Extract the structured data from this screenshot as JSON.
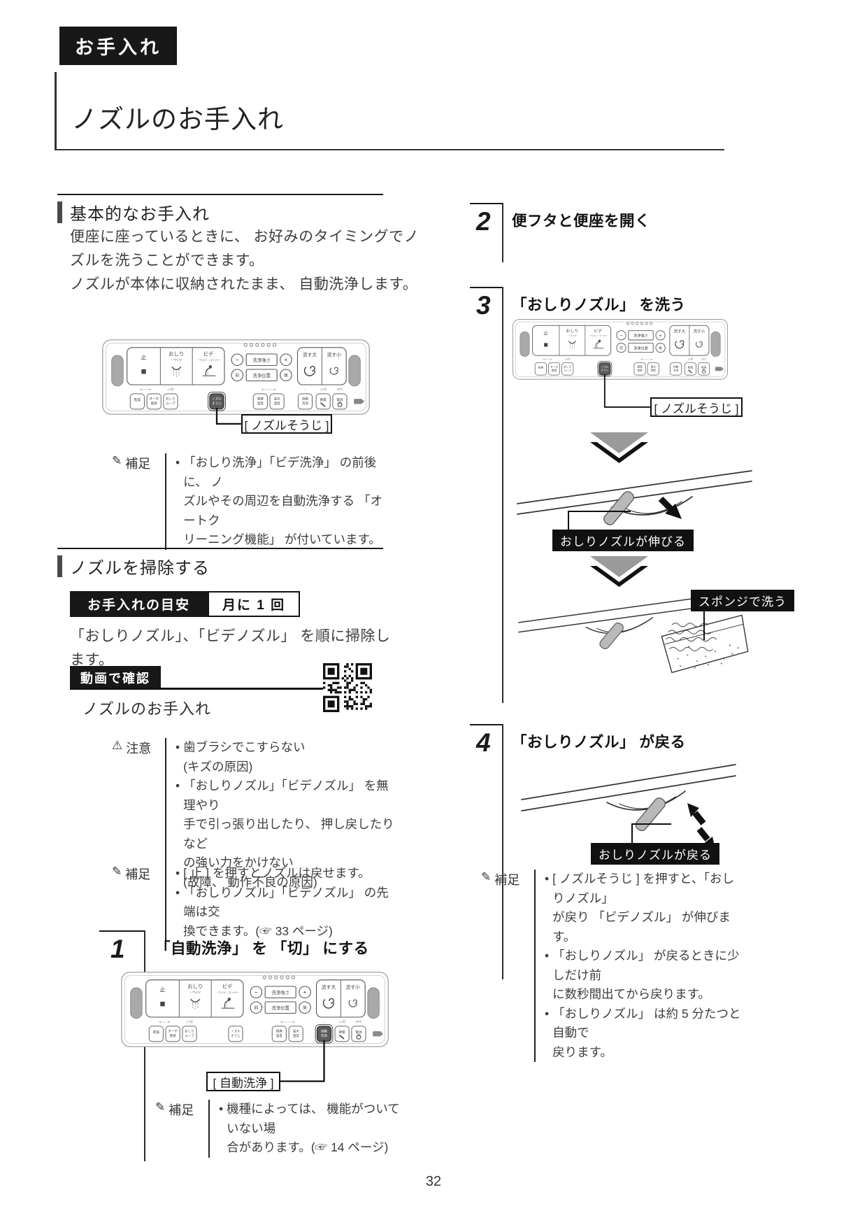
{
  "page": {
    "tag": "お手入れ",
    "title": "ノズルのお手入れ",
    "number": "32"
  },
  "basic_care": {
    "heading": "基本的なお手入れ",
    "body": "便座に座っているときに、 お好みのタイミングでノ\nズルを洗うことができます。\nノズルが本体に収納されたまま、 自動洗浄します。",
    "callout": "[ ノズルそうじ ]",
    "note_label": "補足",
    "notes": [
      "「おしり洗浄」「ビデ洗浄」 の前後に、 ノ\nズルやその周辺を自動洗浄する 「オートク\nリーニング機能」 が付いています。"
    ]
  },
  "clean_nozzle": {
    "heading": "ノズルを掃除する",
    "guide_label": "お手入れの目安",
    "guide_value": "月に 1 回",
    "body": "「おしりノズル」、「ビデノズル」 を順に掃除します。",
    "video_label": "動画で確認",
    "video_title": "ノズルのお手入れ",
    "caution_label": "注意",
    "cautions": [
      "歯ブラシでこすらない\n(キズの原因)",
      "「おしりノズル」「ビデノズル」 を無理やり\n手で引っ張り出したり、 押し戻したりなど\nの強い力をかけない\n(故障、 動作不良の原因)"
    ],
    "note_label": "補足",
    "notes": [
      "[ 止 ] を押すとノズルは戻せます。",
      "「おしりノズル」「ビデノズル」 の先端は交\n換できます。(☞ 33 ページ)"
    ]
  },
  "steps": [
    {
      "num": "1",
      "title": "「自動洗浄」 を 「切」 にする",
      "callout": "[ 自動洗浄 ]",
      "note_label": "補足",
      "notes": [
        "機種によっては、 機能がついていない場\n合があります。(☞ 14 ページ)"
      ]
    },
    {
      "num": "2",
      "title": "便フタと便座を開く"
    },
    {
      "num": "3",
      "title": "「おしりノズル」 を洗う",
      "callout": "[ ノズルそうじ ]",
      "label_extend": "おしりノズルが伸びる",
      "label_sponge": "スポンジで洗う"
    },
    {
      "num": "4",
      "title": "「おしりノズル」 が戻る",
      "label_return": "おしりノズルが戻る",
      "note_label": "補足",
      "notes": [
        "[ ノズルそうじ ] を押すと、「おしりノズル」\nが戻り 「ビデノズル」 が伸びます。",
        "「おしりノズル」 が戻るときに少しだけ前\nに数秒間出てから戻ります。",
        "「おしりノズル」 は約 5 分たつと自動で\n戻ります。"
      ]
    }
  ],
  "remote": {
    "stop": "止",
    "oshiri": "おしり",
    "oshiri_sub": "・ワイド",
    "bide": "ビデ",
    "bide_sub": "・ワイド・スーパー",
    "minus": "−",
    "strength": "洗浄強さ",
    "plus": "+",
    "front": "前",
    "position": "洗浄位置",
    "rear": "後",
    "flush_big": "流す大",
    "flush_small": "流す小",
    "small_left": [
      [
        "乾燥",
        ""
      ],
      [
        "ターボ",
        "脱臭"
      ],
      [
        "おしり",
        "ムーブ"
      ]
    ],
    "nozzle_clean": [
      "ノズル",
      "そうじ"
    ],
    "small_mid": [
      [
        "便座",
        "温度"
      ],
      [
        "温水",
        "温度"
      ]
    ],
    "small_right": [
      [
        "自動",
        "洗浄"
      ],
      [
        "節電",
        ""
      ],
      [
        "電源",
        ""
      ]
    ],
    "marks": {
      "left": "●○○○○●",
      "onoff": "入/切",
      "mid": "●○○○○○○●",
      "auto": "○",
      "off": "OFF"
    }
  },
  "colors": {
    "ink": "#1a1a1a",
    "body_text": "#3d3d3d",
    "nozzle_gray": "#b9b9b9",
    "pill_gray": "#a9a9a9"
  }
}
